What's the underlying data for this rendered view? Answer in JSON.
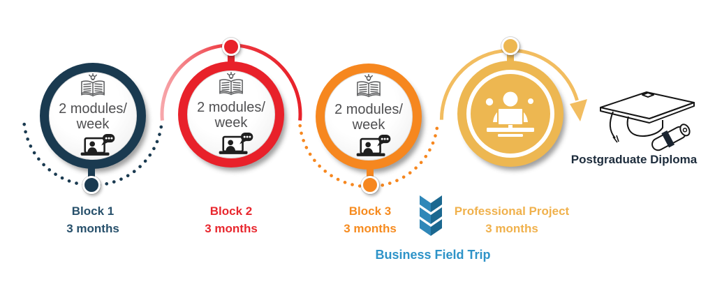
{
  "background_color": "#ffffff",
  "stages": [
    {
      "name": "Block 1",
      "duration": "3 months",
      "circle_line1": "2 modules/",
      "circle_line2": "week",
      "ring_color": "#1a3a50",
      "label_color": "#27506b",
      "node_position": "bottom",
      "connector_style": "dotted-arc-bottom",
      "icons": [
        "open-book-idea-icon",
        "online-class-icon"
      ]
    },
    {
      "name": "Block 2",
      "duration": "3 months",
      "circle_line1": "2 modules/",
      "circle_line2": "week",
      "ring_color": "#e8212a",
      "label_color": "#e8272e",
      "node_position": "top",
      "connector_style": "solid-arc-top",
      "icons": [
        "open-book-idea-icon",
        "online-class-icon"
      ]
    },
    {
      "name": "Block 3",
      "duration": "3 months",
      "circle_line1": "2 modules/",
      "circle_line2": "week",
      "ring_color": "#f6871f",
      "label_color": "#f68b1f",
      "node_position": "bottom",
      "connector_style": "dotted-arc-bottom",
      "icons": [
        "open-book-idea-icon",
        "online-class-icon"
      ]
    },
    {
      "name": "Professional Project",
      "duration": "3 months",
      "ring_color": "#edb751",
      "label_color": "#f0b14c",
      "node_position": "top",
      "connector_style": "solid-arc-top-arrow",
      "icons": [
        "workstation-presentation-icon"
      ]
    }
  ],
  "transition": {
    "label": "Business Field Trip",
    "label_color": "#2e93c8",
    "icon": "triple-chevron-down-icon",
    "chevron_colors": [
      "#2f87b8",
      "#1b6890"
    ]
  },
  "outcome": {
    "label": "Postgraduate Diploma",
    "label_color": "#1d2c3c",
    "icon": "graduation-cap-diploma-icon"
  }
}
